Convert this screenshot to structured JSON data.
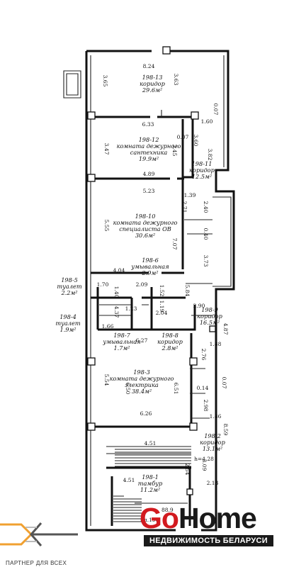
{
  "rooms": [
    {
      "id": "198-13",
      "name": "коридор",
      "area": "29.6м²"
    },
    {
      "id": "198-12",
      "name": "комната дежурного",
      "name2": "сантехника",
      "area": "19.9м²"
    },
    {
      "id": "198-11",
      "name": "коридор",
      "area": "12.5м²"
    },
    {
      "id": "198-10",
      "name": "комната дежурного",
      "name2": "специалиста ОВ",
      "area": "30.6м²"
    },
    {
      "id": "198-6",
      "name": "умывальная",
      "area": "2.9м²"
    },
    {
      "id": "198-5",
      "name": "туалет",
      "area": "2.2м²"
    },
    {
      "id": "198-4",
      "name": "туалет",
      "area": "1.9м²"
    },
    {
      "id": "198-7",
      "name": "умывальная",
      "area": "1.7м²"
    },
    {
      "id": "198-8",
      "name": "коридор",
      "area": "2.8м²"
    },
    {
      "id": "198-9",
      "name": "коридор",
      "area": "16.5м²"
    },
    {
      "id": "198-3",
      "name": "комната дежурного",
      "name2": "электрика",
      "area": "38.4м²"
    },
    {
      "id": "198-2",
      "name": "коридор",
      "area": "13.1м²"
    },
    {
      "id": "198-1",
      "name": "тамбур",
      "area": "11.2м²"
    }
  ],
  "dimensions": [
    "8.24",
    "3.65",
    "3.63",
    "6.33",
    "0.07",
    "1.60",
    "3.47",
    "3.45",
    "0.07",
    "3.60",
    "3.82",
    "4.89",
    "5.23",
    "1.39",
    "2.71",
    "2.40",
    "5.55",
    "7.07",
    "0.40",
    "3.73",
    "4.04",
    "1.70",
    "2.09",
    "1.40",
    "1.52",
    "1.19",
    "5.84",
    "2.90",
    "1.23",
    "2.04",
    "4.37",
    "4.87",
    "1.66",
    "6.27",
    "2.76",
    "1.88",
    "5.54",
    "6.50",
    "6.51",
    "0.14",
    "0.07",
    "2.98",
    "1.86",
    "6.26",
    "8.59",
    "4.51",
    "3.09",
    "h=4.28",
    "2.54",
    "4.51",
    "2.13"
  ],
  "stair_label": "ил.198",
  "stair_value": "88.9",
  "logo": {
    "go": "Go",
    "home": "Home",
    "tagline": "НЕДВИЖИМОСТЬ БЕЛАРУСИ"
  },
  "partner": {
    "text": "ПАРТНЕР ДЛЯ ВСЕХ"
  }
}
